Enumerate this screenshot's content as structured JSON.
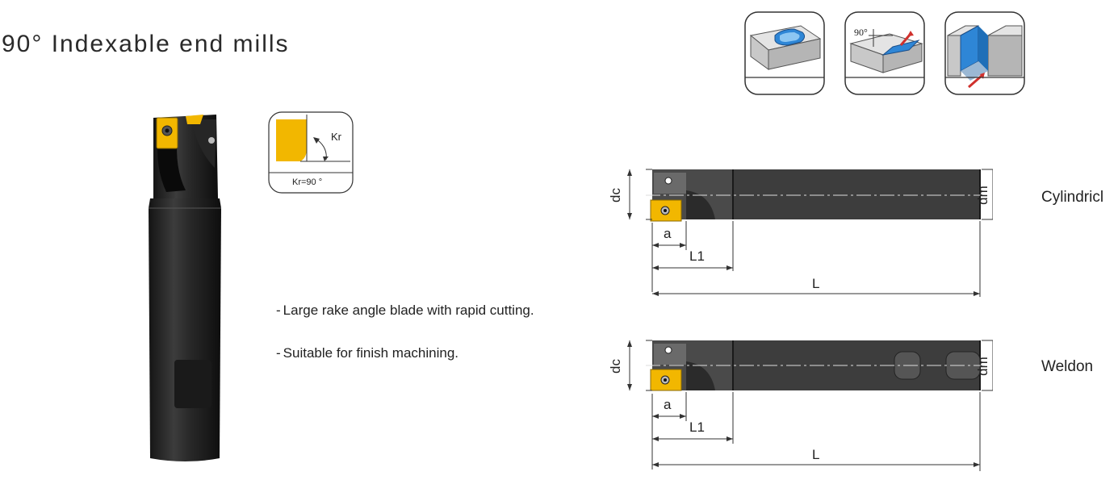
{
  "title": "90° Indexable end mills",
  "operations": [
    {
      "icon": "face-pocket-operation-icon"
    },
    {
      "icon": "shoulder-90-operation-icon",
      "angle_label": "90°"
    },
    {
      "icon": "slot-operation-icon"
    }
  ],
  "kr_diagram": {
    "label_kr": "Kr",
    "caption": "Kr=90 °"
  },
  "features": [
    "Large rake angle blade with rapid cutting.",
    "Suitable for finish machining."
  ],
  "drawings": {
    "cylindrical": {
      "label": "Cylindricl",
      "dims": {
        "dc": "dc",
        "dm": "dm",
        "a": "a",
        "l1": "L1",
        "l": "L"
      }
    },
    "weldon": {
      "label": "Weldon",
      "dims": {
        "dc": "dc",
        "dm": "dm",
        "a": "a",
        "l1": "L1",
        "l": "L"
      }
    }
  },
  "colors": {
    "insert": "#f2b700",
    "body": "#3a3a3a",
    "accent_blue": "#2e86d6",
    "arrow_red": "#d0312d"
  }
}
